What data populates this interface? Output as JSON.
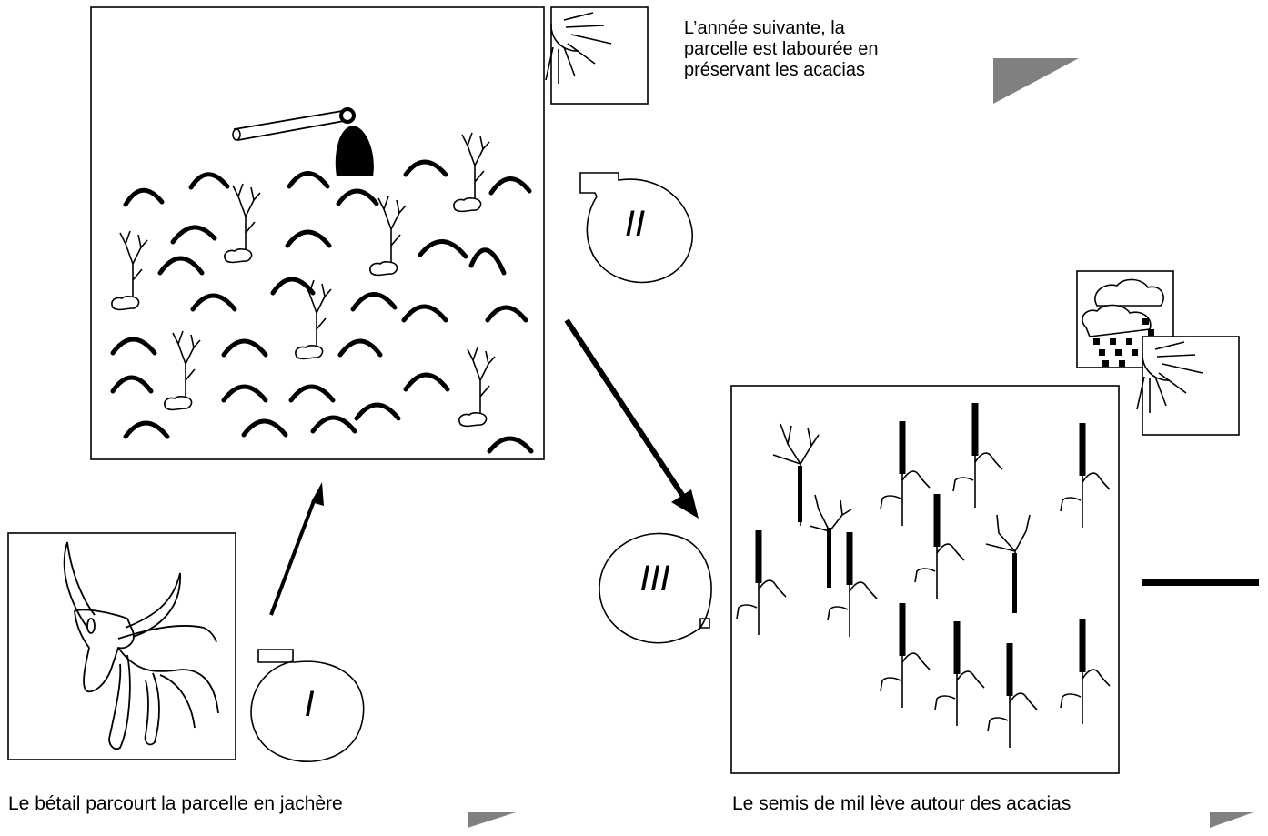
{
  "captions": {
    "top": [
      "L’année suivante, la",
      "parcelle est labourée en",
      "préservant les acacias"
    ],
    "bottom_left": "Le bétail parcourt la parcelle en jachère",
    "bottom_right": "Le semis  de mil lève autour des acacias"
  },
  "steps": {
    "one": "I",
    "two": "II",
    "three": "III"
  },
  "colors": {
    "ink": "#000000",
    "background": "#ffffff",
    "pointer_gray": "#808080"
  },
  "icons": [
    "sun-icon",
    "cloud-rain-icon",
    "hoe-icon",
    "ox-icon",
    "acacia-icon",
    "millet-icon"
  ]
}
